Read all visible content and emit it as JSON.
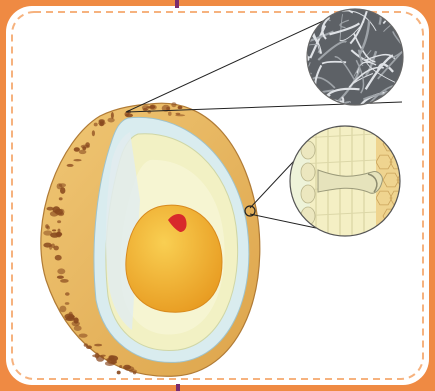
{
  "figure": {
    "subject": "egg-cross-section",
    "parts": [
      "eggshell",
      "shell-membrane",
      "air-cell",
      "albumen",
      "yolk",
      "germinal-disc",
      "shell-microstructure-inset",
      "shell-layers-inset"
    ]
  },
  "colors": {
    "border": "#ef8a43",
    "panel": "#ffffff",
    "dash": "#f6b27e",
    "shell": "#e9b861",
    "shellSpots": "#8a4a1f",
    "membrane": "#d9ecef",
    "albumen": "#f2f1c4",
    "yolk": "#f3b631",
    "germinalDisc": "#d8292b",
    "insetFibers": "#8b8f94",
    "insetLayers": "#f1ebb1",
    "accentTab": "#7a2b6d"
  }
}
